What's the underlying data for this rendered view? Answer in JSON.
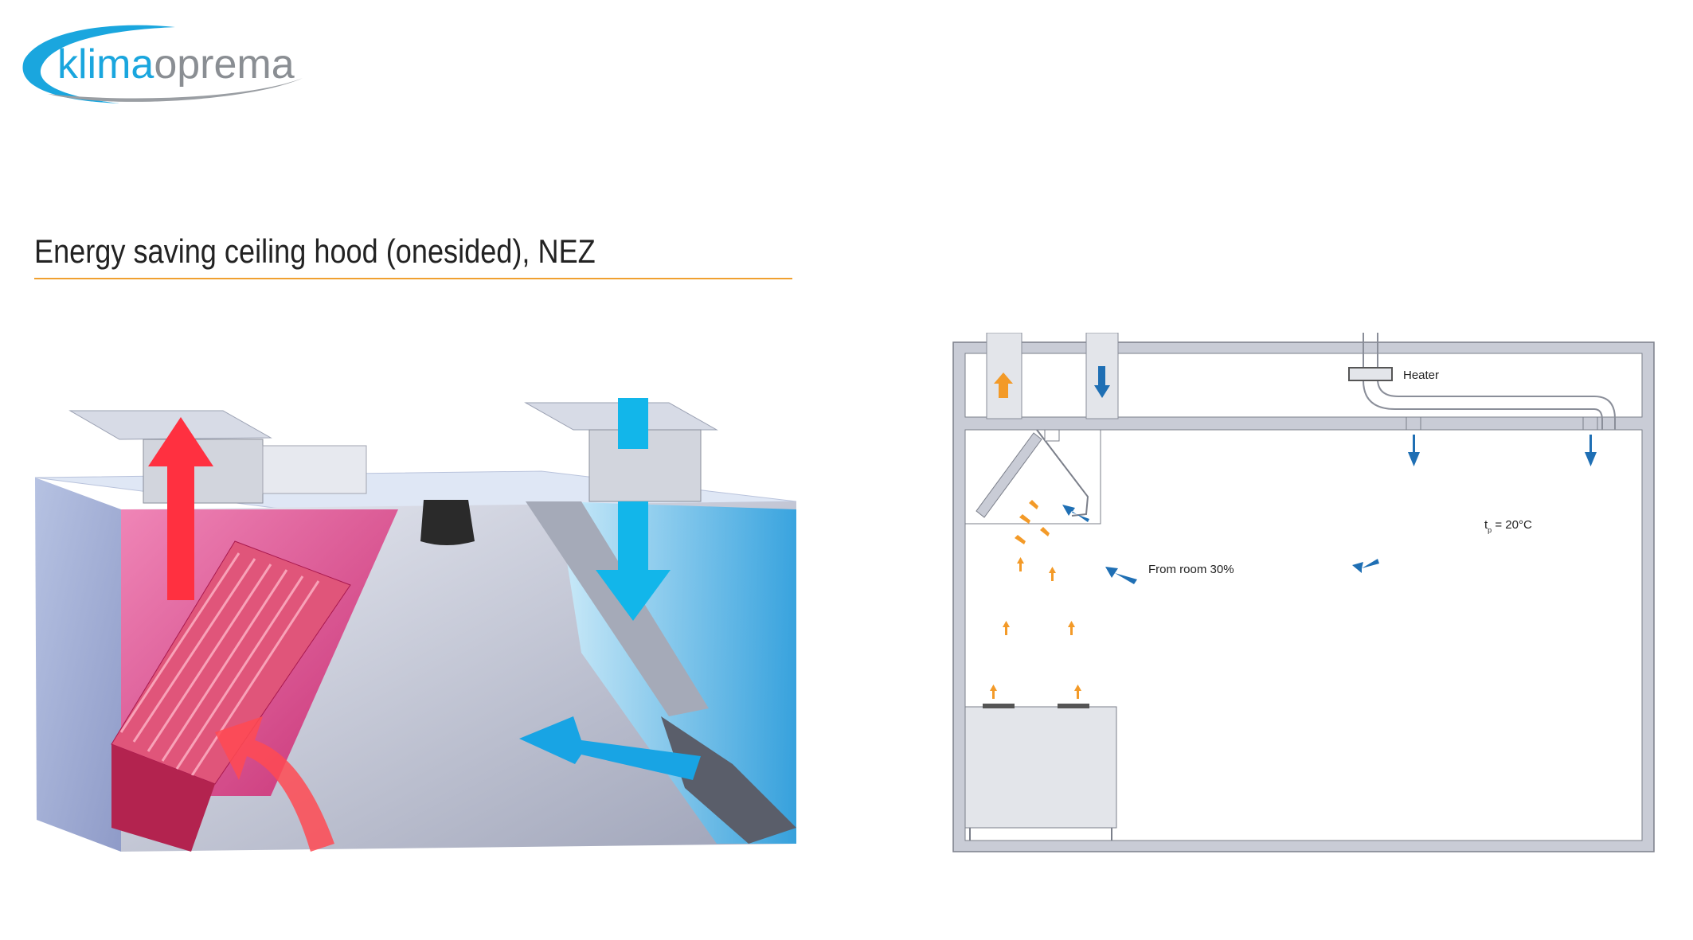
{
  "brand": {
    "prefix": "klima",
    "suffix": "oprema",
    "prefix_color": "#1aa6de",
    "suffix_color": "#8a8e93"
  },
  "title": "Energy saving ceiling hood (onesided), NEZ",
  "colors": {
    "accent_rule": "#f0a030",
    "exhaust_red": "#ff3040",
    "supply_blue": "#1aa6de",
    "schematic_blue": "#1f6fb4",
    "heat_orange": "#f39a28"
  },
  "schematic": {
    "heater_label": "Heater",
    "from_room_label": "From room 30%",
    "temp_symbol": "t",
    "temp_subscript": "p",
    "temp_value": " = 20°C"
  }
}
